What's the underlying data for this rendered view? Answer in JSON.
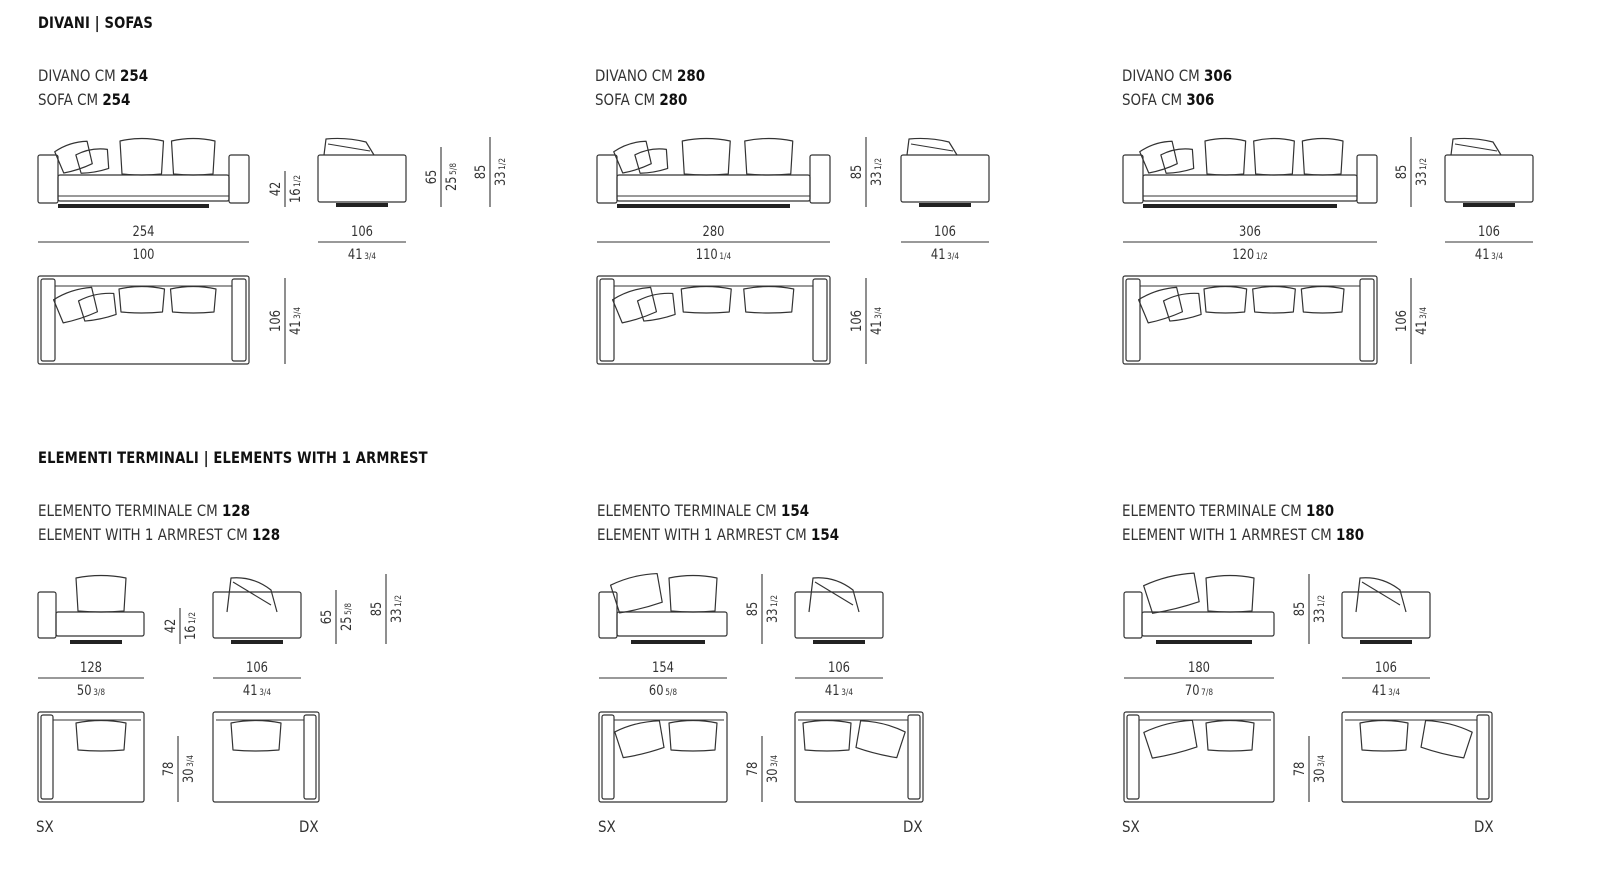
{
  "sections": {
    "sofas": {
      "title": "DIVANI | SOFAS"
    },
    "elements": {
      "title": "ELEMENTI TERMINALI | ELEMENTS WITH 1 ARMREST"
    }
  },
  "groups": [
    {
      "line1_prefix": "DIVANO CM ",
      "line1_value": "254",
      "line2_prefix": "SOFA CM ",
      "line2_value": "254",
      "width_cm": "254",
      "width_in": "100",
      "width_in_frac": "",
      "depth_cm": "106",
      "depth_in": "41",
      "depth_in_frac": "3/4",
      "seat_h_cm": "42",
      "seat_h_in": "16",
      "seat_h_in_frac": "1/2",
      "arm_h_cm": "65",
      "arm_h_in": "25",
      "arm_h_in_frac": "5/8",
      "height_cm": "85",
      "height_in": "33",
      "height_in_frac": "1/2"
    },
    {
      "line1_prefix": "DIVANO CM ",
      "line1_value": "280",
      "line2_prefix": "SOFA CM ",
      "line2_value": "280",
      "width_cm": "280",
      "width_in": "110",
      "width_in_frac": "1/4",
      "depth_cm": "106",
      "depth_in": "41",
      "depth_in_frac": "3/4",
      "height_cm": "85",
      "height_in": "33",
      "height_in_frac": "1/2"
    },
    {
      "line1_prefix": "DIVANO CM ",
      "line1_value": "306",
      "line2_prefix": "SOFA CM ",
      "line2_value": "306",
      "width_cm": "306",
      "width_in": "120",
      "width_in_frac": "1/2",
      "depth_cm": "106",
      "depth_in": "41",
      "depth_in_frac": "3/4",
      "height_cm": "85",
      "height_in": "33",
      "height_in_frac": "1/2"
    },
    {
      "line1_prefix": "ELEMENTO TERMINALE CM ",
      "line1_value": "128",
      "line2_prefix": "ELEMENT WITH 1 ARMREST CM ",
      "line2_value": "128",
      "width_cm": "128",
      "width_in": "50",
      "width_in_frac": "3/8",
      "side_depth_cm": "106",
      "side_depth_in": "41",
      "side_depth_in_frac": "3/4",
      "plan_depth_cm": "78",
      "plan_depth_in": "30",
      "plan_depth_in_frac": "3/4",
      "seat_h_cm": "42",
      "seat_h_in": "16",
      "seat_h_in_frac": "1/2",
      "arm_h_cm": "65",
      "arm_h_in": "25",
      "arm_h_in_frac": "5/8",
      "height_cm": "85",
      "height_in": "33",
      "height_in_frac": "1/2",
      "left_label": "SX",
      "right_label": "DX"
    },
    {
      "line1_prefix": "ELEMENTO TERMINALE CM ",
      "line1_value": "154",
      "line2_prefix": "ELEMENT WITH 1 ARMREST CM ",
      "line2_value": "154",
      "width_cm": "154",
      "width_in": "60",
      "width_in_frac": "5/8",
      "side_depth_cm": "106",
      "side_depth_in": "41",
      "side_depth_in_frac": "3/4",
      "plan_depth_cm": "78",
      "plan_depth_in": "30",
      "plan_depth_in_frac": "3/4",
      "height_cm": "85",
      "height_in": "33",
      "height_in_frac": "1/2",
      "left_label": "SX",
      "right_label": "DX"
    },
    {
      "line1_prefix": "ELEMENTO TERMINALE CM ",
      "line1_value": "180",
      "line2_prefix": "ELEMENT WITH 1 ARMREST CM ",
      "line2_value": "180",
      "width_cm": "180",
      "width_in": "70",
      "width_in_frac": "7/8",
      "side_depth_cm": "106",
      "side_depth_in": "41",
      "side_depth_in_frac": "3/4",
      "plan_depth_cm": "78",
      "plan_depth_in": "30",
      "plan_depth_in_frac": "3/4",
      "height_cm": "85",
      "height_in": "33",
      "height_in_frac": "1/2",
      "left_label": "SX",
      "right_label": "DX"
    }
  ]
}
